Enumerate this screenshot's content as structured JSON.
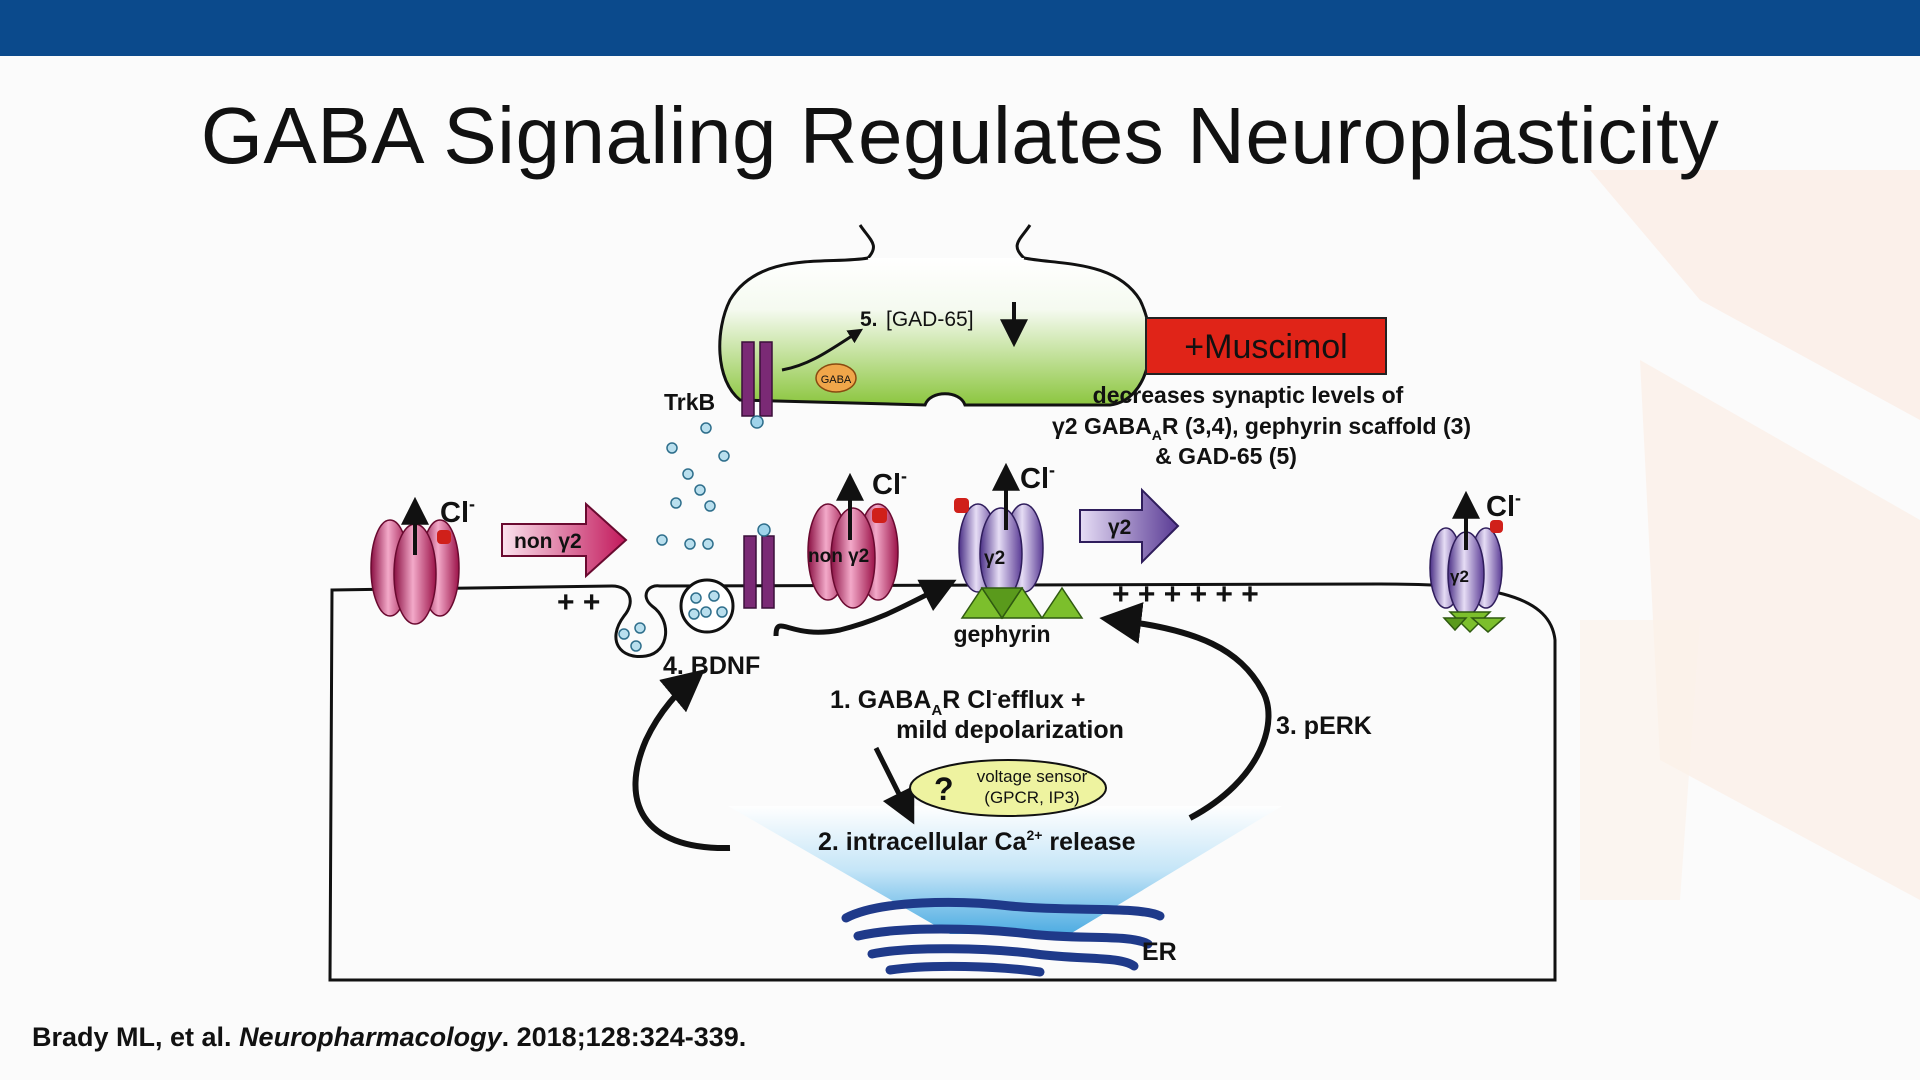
{
  "slide": {
    "title": "GABA Signaling Regulates Neuroplasticity",
    "colors": {
      "header_bar": "#0b4a8c",
      "muscimol_box": "#e02418",
      "green_terminal": "#8cc63f",
      "receptor_magenta": "#c2185b",
      "receptor_purple": "#7b5ea7",
      "gephyrin": "#7cbf2c"
    }
  },
  "diagram": {
    "gad65_step": "5.",
    "gad65": "[GAD-65]",
    "gaba_vesicle": "GABA",
    "trkb": "TrkB",
    "muscimol": "+Muscimol",
    "muscimol_effect": {
      "line1": "decreases synaptic levels of",
      "line2_a": "γ2 GABA",
      "line2_sub": "A",
      "line2_b": "R (3,4), gephyrin scaffold (3)",
      "line3": "& GAD-65 (5)"
    },
    "cl_ion": "Cl",
    "cl_charge": "-",
    "non_gamma2_arrow": "non γ2",
    "non_gamma2_receptor": "non γ2",
    "gamma2_arrow": "γ2",
    "gamma2_receptor": "γ2",
    "gamma2_receptor_right": "γ2",
    "plus_left": "+ +",
    "plus_right": "+ + +   + + +",
    "gephyrin": "gephyrin",
    "bdnf": "4. BDNF",
    "step1_line1_a": "1. GABA",
    "step1_line1_sub": "A",
    "step1_line1_b": "R Cl",
    "step1_line1_sup": "-",
    "step1_line1_c": "efflux +",
    "step1_line2": "mild depolarization",
    "voltage_sensor_q": "?",
    "voltage_sensor_line1": "voltage sensor",
    "voltage_sensor_line2": "(GPCR, IP3)",
    "step2_a": "2. intracellular Ca",
    "step2_sup": "2+",
    "step2_b": " release",
    "step3": "3. pERK",
    "er": "ER"
  },
  "citation": {
    "authors": "Brady ML, et al. ",
    "journal": "Neuropharmacology",
    "details": ". 2018;128:324-339."
  }
}
